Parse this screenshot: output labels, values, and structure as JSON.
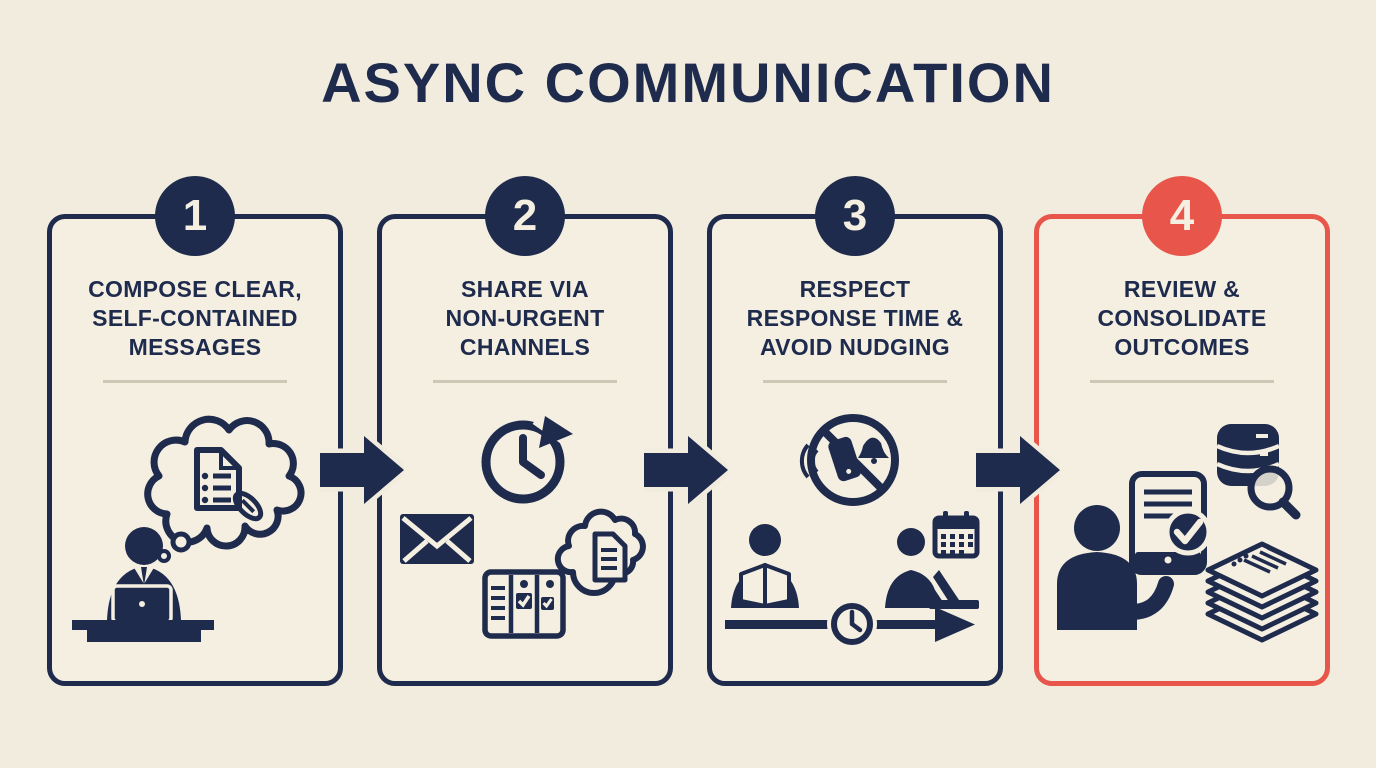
{
  "page": {
    "title": "ASYNC COMMUNICATION"
  },
  "colors": {
    "background": "#f1ecdd",
    "card_bg": "#f4efe1",
    "navy": "#1f2b4d",
    "red": "#e8554b",
    "divider": "#cdc7b6",
    "number_text": "#f5efe1"
  },
  "steps": [
    {
      "number": "1",
      "accent": "navy",
      "title_lines": [
        "COMPOSE CLEAR,",
        "SELF-CONTAINED",
        "MESSAGES"
      ],
      "icons": [
        "thought-bubble-document-paperclip",
        "person-at-desk-with-laptop"
      ]
    },
    {
      "number": "2",
      "accent": "navy",
      "title_lines": [
        "SHARE VIA",
        "NON-URGENT",
        "CHANNELS"
      ],
      "icons": [
        "async-clock-refresh",
        "envelope",
        "kanban-board-checks",
        "cloud-document"
      ]
    },
    {
      "number": "3",
      "accent": "navy",
      "title_lines": [
        "RESPECT",
        "RESPONSE TIME &",
        "AVOID NUDGING"
      ],
      "icons": [
        "no-notifications-phone-bell",
        "person-reading-book",
        "person-at-laptop-calendar",
        "timeline-arrow-clock"
      ]
    },
    {
      "number": "4",
      "accent": "red",
      "title_lines": [
        "REVIEW &",
        "CONSOLIDATE",
        "OUTCOMES"
      ],
      "icons": [
        "person-with-tablet-check",
        "archive-magnifier",
        "document-stack"
      ]
    }
  ],
  "arrows": [
    "step-1-to-2",
    "step-2-to-3",
    "step-3-to-4"
  ]
}
